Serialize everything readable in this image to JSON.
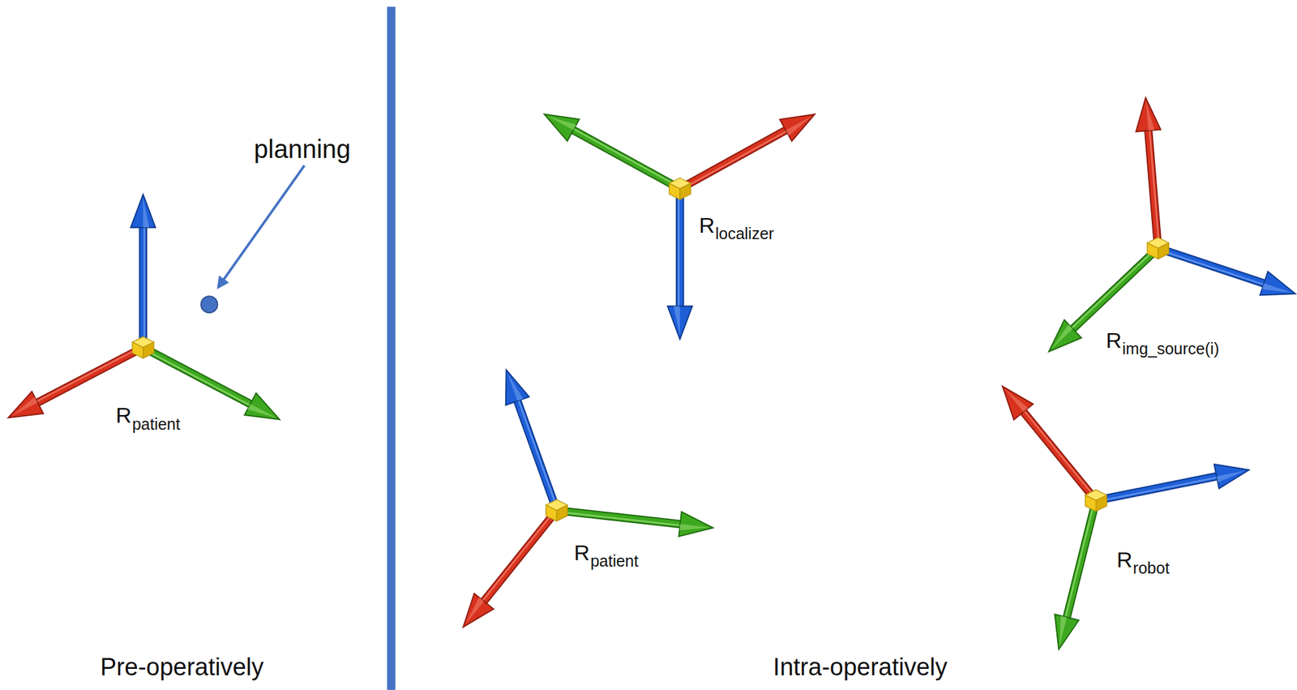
{
  "diagram": {
    "labels": [
      "planning",
      "R",
      "patient",
      "R",
      "localizer",
      "R",
      "img_source(i)",
      "R",
      "patient",
      "R",
      "robot",
      "Pre-operatively",
      "Intra-operatively"
    ]
  }
}
